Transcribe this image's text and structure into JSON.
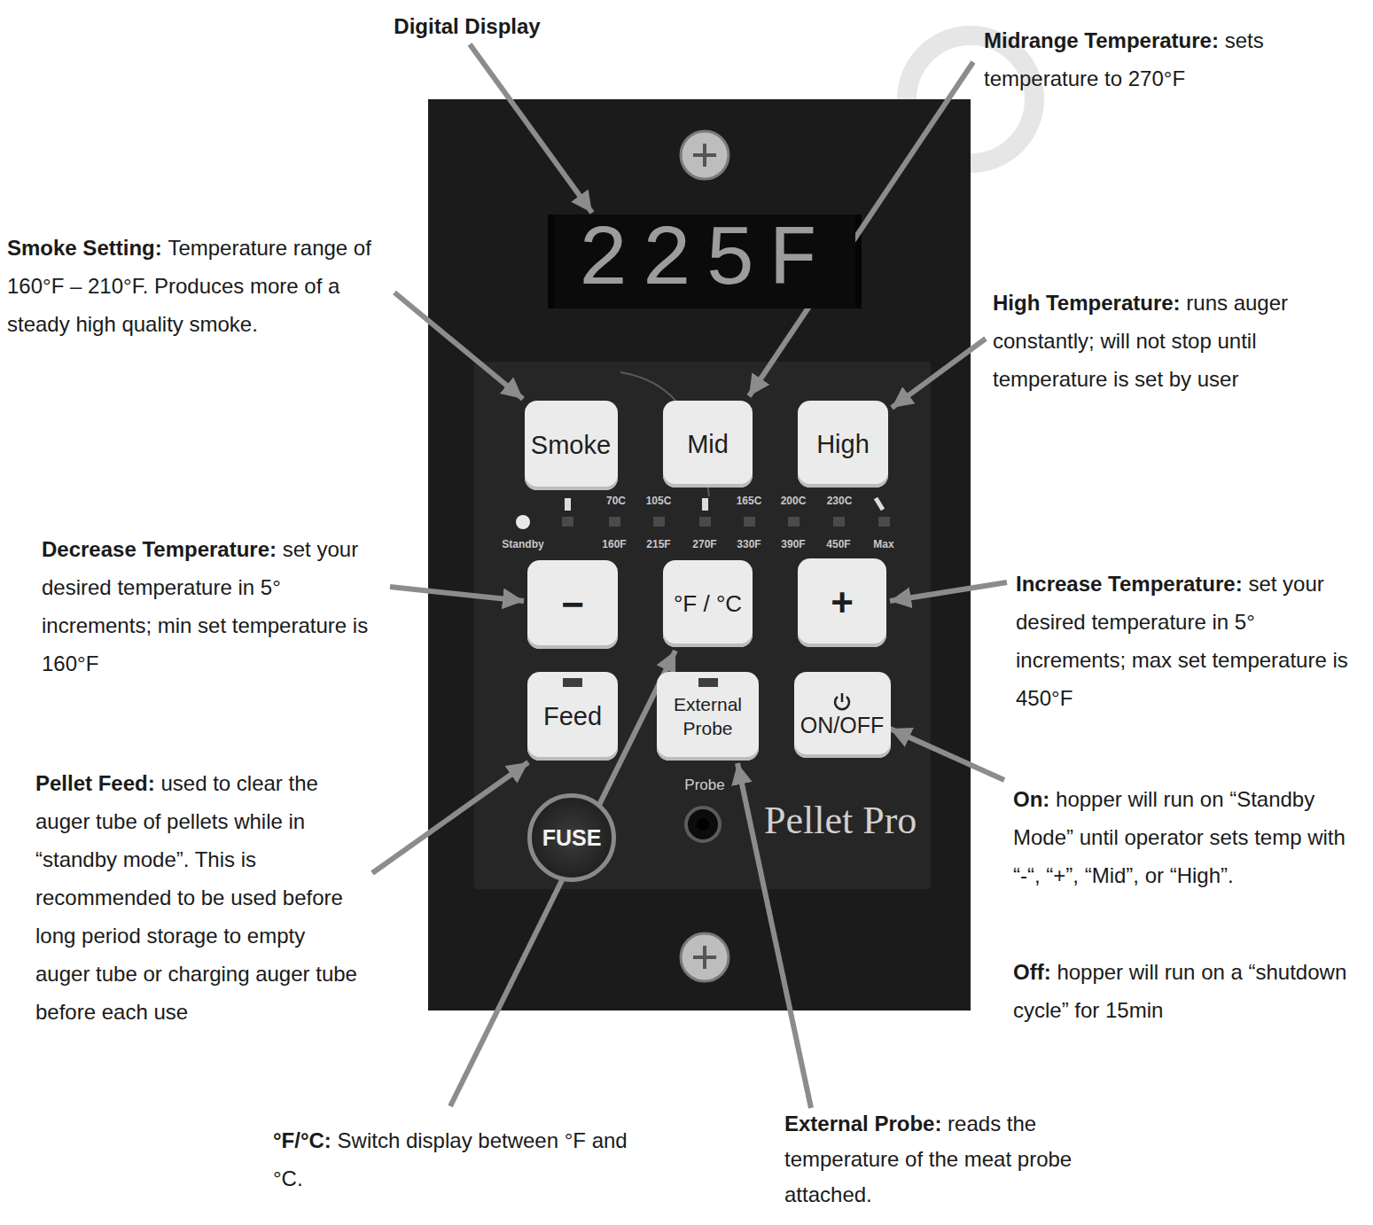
{
  "diagram": {
    "nodes": [
      {
        "text": [
          "Pellet Pro"
        ]
      },
      {
        "text": [
          "225F"
        ],
        "in": 0
      },
      {
        "text": [
          "Smoke"
        ],
        "in": 0
      },
      {
        "text": [
          "Mid"
        ],
        "in": 0
      },
      {
        "text": [
          "High"
        ],
        "in": 0
      },
      {
        "text": [
          "−"
        ],
        "in": 0
      },
      {
        "text": [
          "°F / °C"
        ],
        "in": 0
      },
      {
        "text": [
          "+"
        ],
        "in": 0
      },
      {
        "text": [
          "Feed"
        ],
        "in": 0
      },
      {
        "text": [
          "External Probe"
        ],
        "in": 0
      },
      {
        "text": [
          "ON/OFF"
        ],
        "in": 0
      },
      {
        "text": [
          "FUSE"
        ],
        "in": 0
      }
    ],
    "labels": [
      "Digital Display",
      "Midrange Temperature:",
      "sets temperature to 270°F",
      "Smoke Setting:",
      "Temperature range of 160°F – 210°F. Produces more of a steady high quality smoke.",
      "High Temperature:",
      "runs auger constantly; will not stop until temperature is set by user",
      "70C",
      "105C",
      "165C",
      "200C",
      "230C",
      "Standby",
      "160F",
      "215F",
      "270F",
      "330F",
      "390F",
      "450F",
      "Max",
      "Decrease Temperature:",
      "set your desired temperature in 5° increments; min set temperature is 160°F",
      "Increase Temperature:",
      "set your desired temperature in 5° increments; max set temperature is 450°F",
      "Pellet Feed:",
      "used to clear the auger tube of pellets while in “standby mode”. This is recommended to be used before long period storage to empty auger tube or charging auger tube before each use",
      "On:",
      "hopper will run on “Standby Mode” until operator sets temp with “-“, “+”, “Mid”, or “High”.",
      "Probe",
      "Off:",
      "hopper will run on a “shutdown cycle” for 15min",
      "°F/°C:",
      "Switch display between °F and °C.",
      "External Probe:",
      "reads the temperature of the meat probe attached."
    ]
  }
}
